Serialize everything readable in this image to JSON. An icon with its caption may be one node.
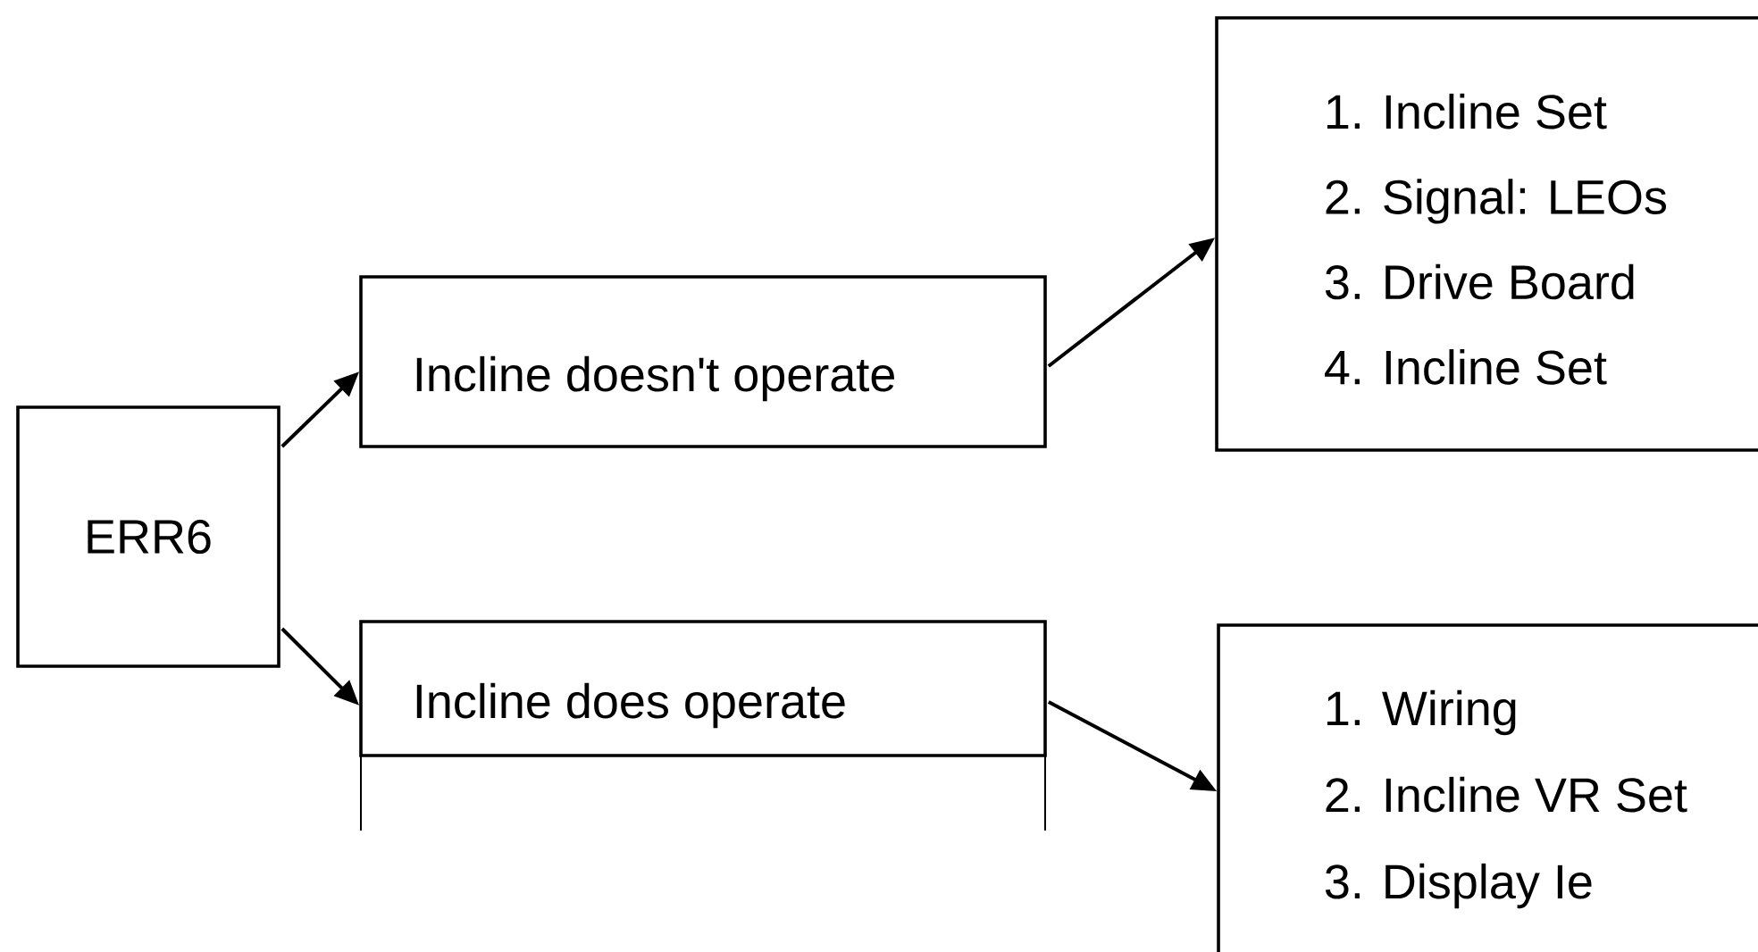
{
  "diagram": {
    "nodes": [
      {
        "text": [
          "ERR6"
        ]
      },
      {
        "text": [
          "Incline doesn't operate"
        ]
      },
      {
        "text": [
          "Incline does operate"
        ]
      },
      {
        "text": [
          "1. Incline Set",
          "2. Signal: LEOs",
          "3. Drive Board",
          "4. Incline Set"
        ]
      },
      {
        "text": [
          "1. Wiring",
          "2. Incline VR Set",
          "3. Display Ie"
        ]
      }
    ],
    "edges": [
      {
        "from": 0,
        "to": 1,
        "arrow": "to"
      },
      {
        "from": 0,
        "to": 2,
        "arrow": "to"
      },
      {
        "from": 1,
        "to": 3,
        "arrow": "to"
      },
      {
        "from": 2,
        "to": 4,
        "arrow": "to"
      }
    ]
  }
}
